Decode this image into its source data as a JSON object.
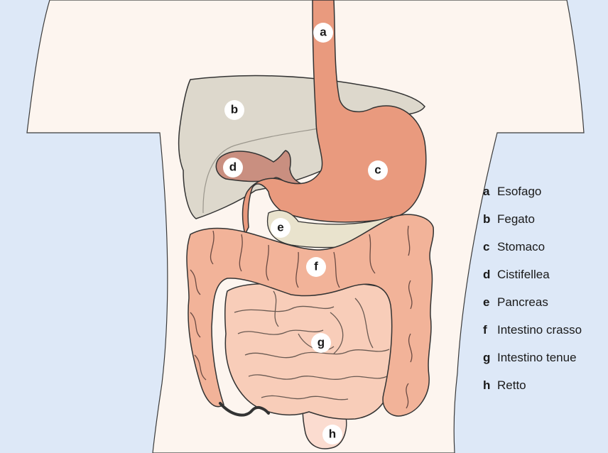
{
  "diagram": {
    "colors": {
      "background": "#dde8f7",
      "body_skin": "#fdf5ef",
      "outline": "#333333",
      "liver": "#ddd8cc",
      "esophagus_stomach": "#e99a7e",
      "gallbladder": "#c98f80",
      "pancreas": "#e9e3cd",
      "large_intestine": "#f2b399",
      "small_intestine": "#f8cdb9",
      "rectum": "#fbdcd0"
    },
    "markers": [
      {
        "id": "a",
        "letter": "a"
      },
      {
        "id": "b",
        "letter": "b"
      },
      {
        "id": "c",
        "letter": "c"
      },
      {
        "id": "d",
        "letter": "d"
      },
      {
        "id": "e",
        "letter": "e"
      },
      {
        "id": "f",
        "letter": "f"
      },
      {
        "id": "g",
        "letter": "g"
      },
      {
        "id": "h",
        "letter": "h"
      }
    ]
  },
  "legend": [
    {
      "letter": "a",
      "text": "Esofago"
    },
    {
      "letter": "b",
      "text": "Fegato"
    },
    {
      "letter": "c",
      "text": "Stomaco"
    },
    {
      "letter": "d",
      "text": "Cistifellea"
    },
    {
      "letter": "e",
      "text": "Pancreas"
    },
    {
      "letter": "f",
      "text": "Intestino crasso"
    },
    {
      "letter": "g",
      "text": "Intestino tenue"
    },
    {
      "letter": "h",
      "text": "Retto"
    }
  ]
}
